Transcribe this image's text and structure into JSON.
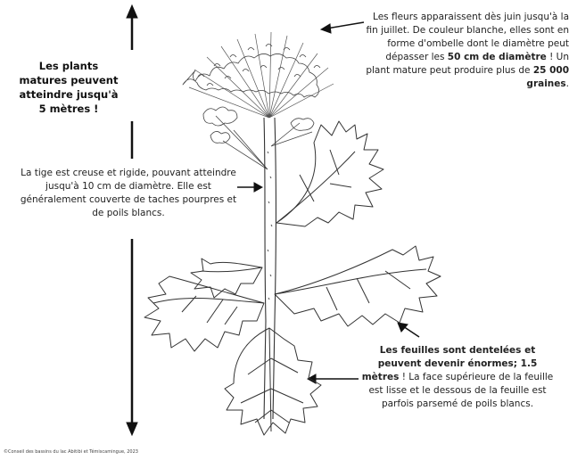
{
  "height_label": {
    "text": "Les plants matures peuvent atteindre jusqu'à 5 mètres !"
  },
  "stem_text": {
    "text": "La tige est creuse et rigide, pouvant atteindre jusqu'à 10 cm de diamètre. Elle est généralement couverte de taches pourpres et de poils blancs."
  },
  "flower_text": {
    "part1": "Les fleurs apparaissent dès juin jusqu'à la fin juillet. De couleur blanche, elles sont en forme d'ombelle dont le diamètre peut dépasser les ",
    "bold1": "50 cm de diamètre",
    "part2": " ! Un plant mature peut produire plus de ",
    "bold2": "25 000 graines",
    "part3": "."
  },
  "leaf_text": {
    "bold": "Les feuilles sont dentelées et peuvent devenir énormes; 1.5 mètres",
    "rest": " ! La face supérieure de la feuille est lisse et le dessous de la feuille est parfois parsemé de poils blancs."
  },
  "credit": {
    "text": "©Conseil des bassins du lac Abitibi et Témiscamingue, 2023"
  },
  "colors": {
    "ink": "#111111",
    "background": "#ffffff"
  }
}
